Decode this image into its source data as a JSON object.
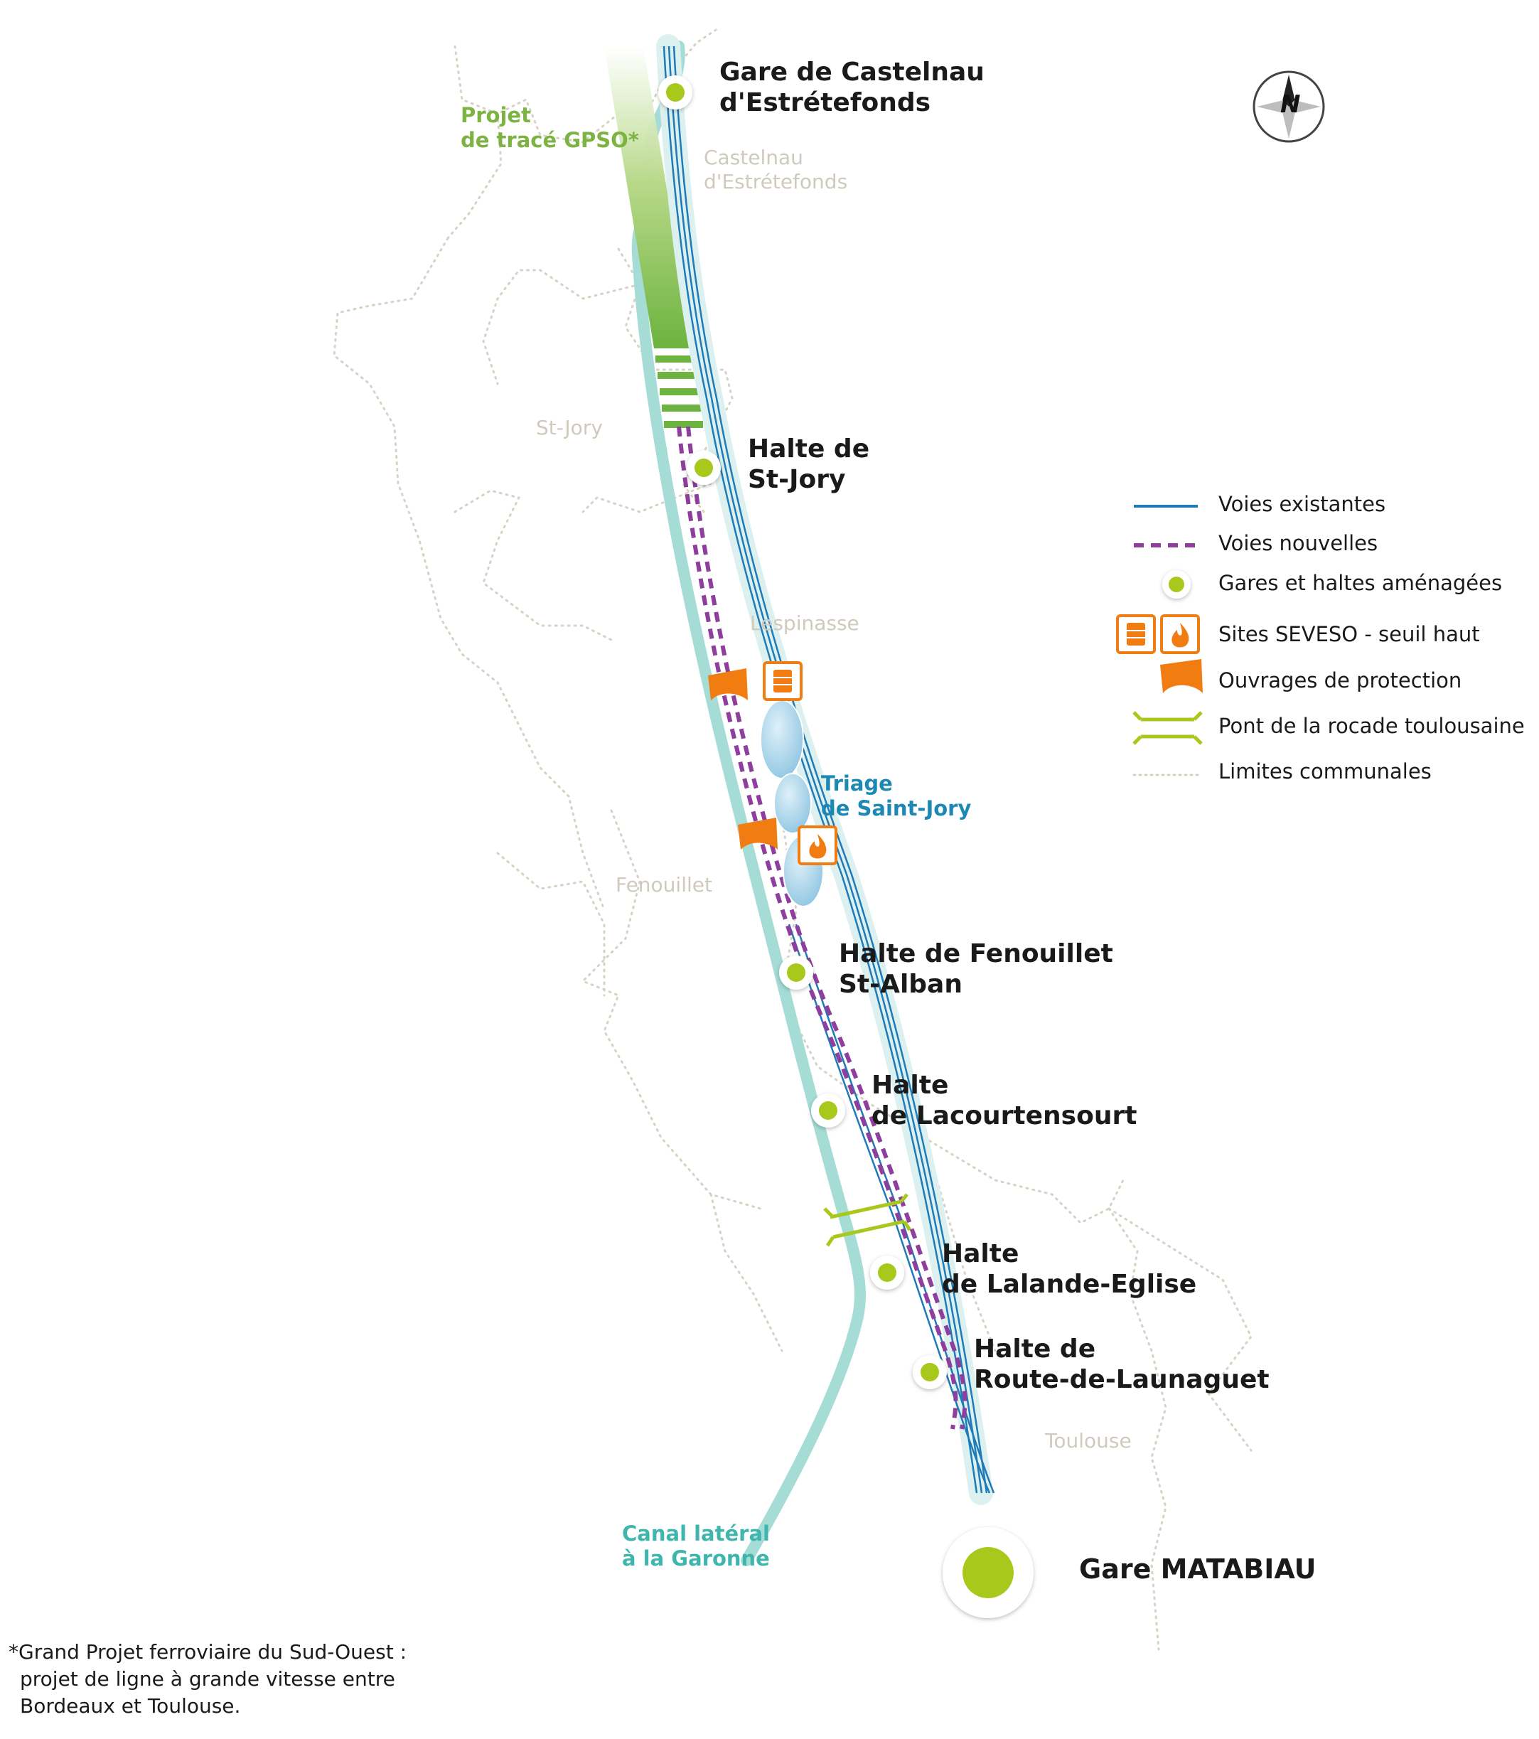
{
  "stations": [
    {
      "line1": "Gare de Castelnau",
      "line2": "d'Estrétefonds"
    },
    {
      "line1": "Halte de",
      "line2": "St-Jory"
    },
    {
      "line1": "Halte de Fenouillet",
      "line2": "St-Alban"
    },
    {
      "line1": "Halte",
      "line2": "de Lacourtensourt"
    },
    {
      "line1": "Halte",
      "line2": "de Lalande-Eglise"
    },
    {
      "line1": "Halte de",
      "line2": "Route-de-Launaguet"
    },
    {
      "line1": "Gare MATABIAU",
      "line2": ""
    }
  ],
  "communes": [
    {
      "line1": "Castelnau",
      "line2": "d'Estrétefonds"
    },
    {
      "line1": "St-Jory",
      "line2": ""
    },
    {
      "line1": "Lespinasse",
      "line2": ""
    },
    {
      "line1": "Fenouillet",
      "line2": ""
    },
    {
      "line1": "Toulouse",
      "line2": ""
    }
  ],
  "annotations": {
    "gpso": {
      "line1": "Projet",
      "line2": "de tracé GPSO*"
    },
    "triage": {
      "line1": "Triage",
      "line2": "de Saint-Jory"
    },
    "canal": {
      "line1": "Canal latéral",
      "line2": "à la Garonne"
    }
  },
  "compass": {
    "label": "N"
  },
  "legend": [
    {
      "label": "Voies existantes",
      "symbol": "solid-line",
      "color": "#1e7bb8"
    },
    {
      "label": "Voies nouvelles",
      "symbol": "dashed-line",
      "color": "#8e3f9e"
    },
    {
      "label": "Gares et haltes aménagées",
      "symbol": "dot",
      "color": "#a8c81e"
    },
    {
      "label": "Sites SEVESO - seuil haut",
      "symbol": "seveso-icons",
      "color": "#f07c12"
    },
    {
      "label": "Ouvrages de protection",
      "symbol": "protection-shape",
      "color": "#f07c12"
    },
    {
      "label": "Pont de la rocade toulousaine",
      "symbol": "bridge",
      "color": "#a8c81e"
    },
    {
      "label": "Limites communales",
      "symbol": "dotted-line",
      "color": "#d6d0c2"
    }
  ],
  "footnote": {
    "line1": "*Grand Projet ferroviaire du Sud-Ouest :",
    "line2": "projet de ligne à grande vitesse entre",
    "line3": "Bordeaux et Toulouse."
  }
}
